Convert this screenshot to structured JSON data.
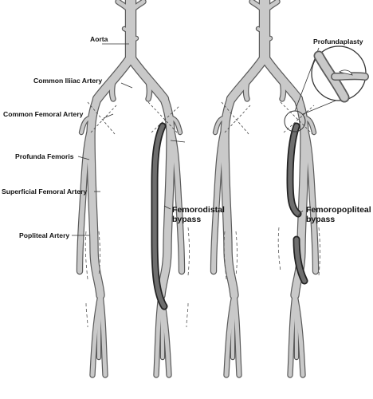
{
  "labels": {
    "aorta": "Aorta",
    "common_iliac": "Common Iliiac Artery",
    "common_femoral": "Common Femoral Artery",
    "profunda_femoris": "Profunda Femoris",
    "superficial_femoral": "Superficial Femoral Artery",
    "popliteal": "Popliteal Artery",
    "profundaplasty": "Profundaplasty"
  },
  "bypass_labels": {
    "femorodistal_line1": "Femorodistal",
    "femorodistal_line2": "bypass",
    "femoropopliteal_line1": "Femoropopliteal",
    "femoropopliteal_line2": "bypass"
  },
  "colors": {
    "vessel_outline": "#5a5a5a",
    "vessel_fill": "#c9c9c9",
    "graft_outline": "#222222",
    "graft_fill": "#6e6e6e"
  }
}
